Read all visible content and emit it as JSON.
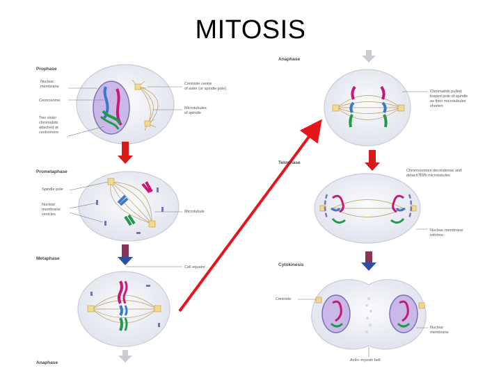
{
  "title": "MITOSIS",
  "stages": {
    "prophase": "Prophase",
    "prometaphase": "Prometaphase",
    "metaphase": "Metaphase",
    "anaphase_bottom": "Anaphase",
    "anaphase": "Anaphase",
    "telophase": "Telophase",
    "cytokinesis": "Cytokinesis"
  },
  "labels": {
    "nuclear_membrane": [
      "Nuclear",
      "membrane"
    ],
    "centrosome": "Centrosome",
    "two_sister": [
      "Two sister",
      "chromatids",
      "attached at",
      "centromere"
    ],
    "centriole_centre": [
      "Centriole centre",
      "of aster (or spindle pole)"
    ],
    "microtubules_of_spindle": [
      "Microtubules",
      "of spindle"
    ],
    "spindle_pole": "Spindle pole",
    "nuclear_membrane_vesicles": [
      "Nuclear",
      "membrane",
      "vesicles"
    ],
    "microtubule": "Microtubule",
    "cell_equator": "Cell equator",
    "chromatids_pulled": [
      "Chromatids pulled",
      "toward pole of spindle",
      "as their microtubules",
      "shorten"
    ],
    "chromosomes_decondense": [
      "Chromosomes decondense and",
      "detach from microtubules"
    ],
    "nuclear_membrane_reforms": [
      "Nuclear membrane",
      "reforms"
    ],
    "centriole": "Centriole",
    "nuclear_membrane_2": [
      "Nuclear",
      "membrane"
    ],
    "actin_myosin_belt": "Actin–myosin belt"
  },
  "colors": {
    "flow_arrow": "#e8141b",
    "stage_arrow_red": "#d81a1a",
    "stage_arrow_blue": "#2c4fa3",
    "chromosome_magenta": "#c8177a",
    "chromosome_blue": "#3b78c8",
    "chromosome_green": "#1e9a4a",
    "nucleus_fill": "#c9b8e8",
    "cell_fill": "#eef0f6",
    "centriole": "#f3d98a"
  }
}
